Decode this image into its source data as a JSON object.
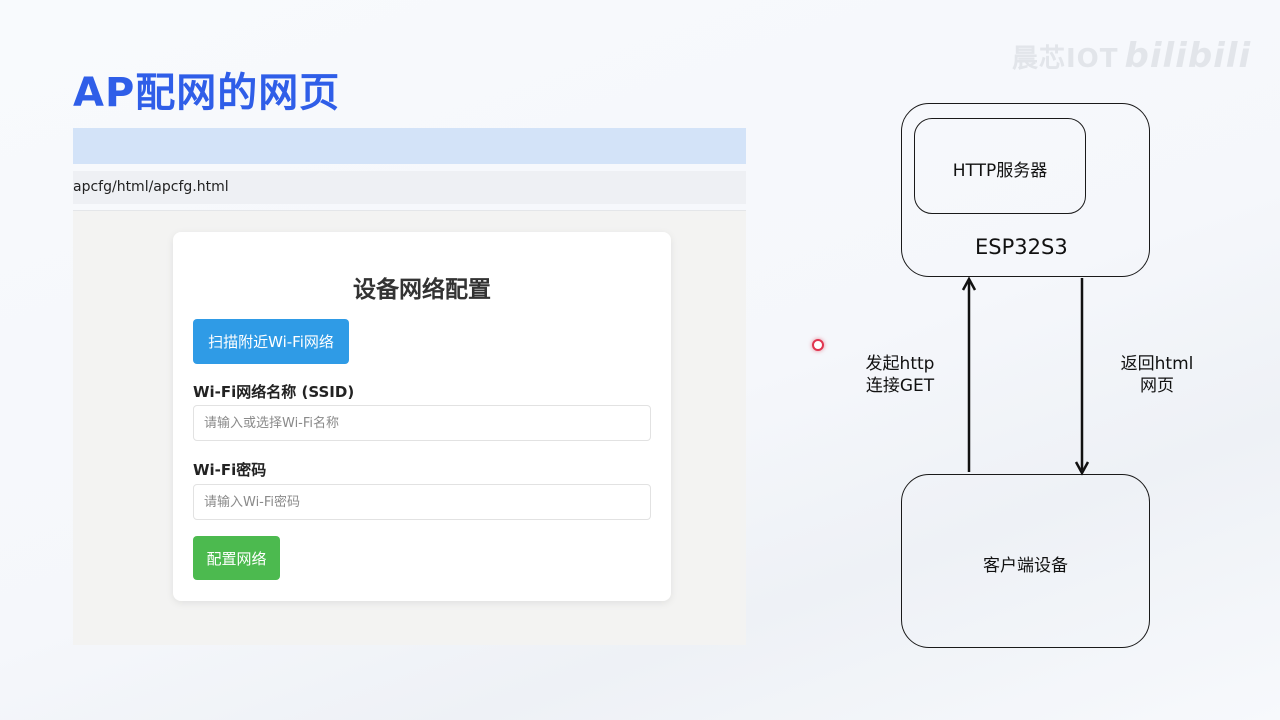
{
  "slide": {
    "title": "AP配网的网页",
    "watermark": {
      "text": "晨芯IOT",
      "brand": "bilibili"
    }
  },
  "browser": {
    "address": "apcfg/html/apcfg.html",
    "page": {
      "title": "设备网络配置",
      "scan_button": "扫描附近Wi-Fi网络",
      "ssid_label": "Wi-Fi网络名称 (SSID)",
      "ssid_placeholder": "请输入或选择Wi-Fi名称",
      "ssid_value": "",
      "password_label": "Wi-Fi密码",
      "password_placeholder": "请输入Wi-Fi密码",
      "password_value": "",
      "submit_button": "配置网络"
    }
  },
  "diagram": {
    "esp_box": "ESP32S3",
    "http_server_box": "HTTP服务器",
    "client_box": "客户端设备",
    "request_label_line1": "发起http",
    "request_label_line2": "连接GET",
    "response_label_line1": "返回html",
    "response_label_line2": "网页"
  },
  "colors": {
    "title_blue": "#2f5ee8",
    "scan_button": "#2f9be6",
    "submit_button": "#4cba4f",
    "tab_bar": "#d3e3f8"
  }
}
